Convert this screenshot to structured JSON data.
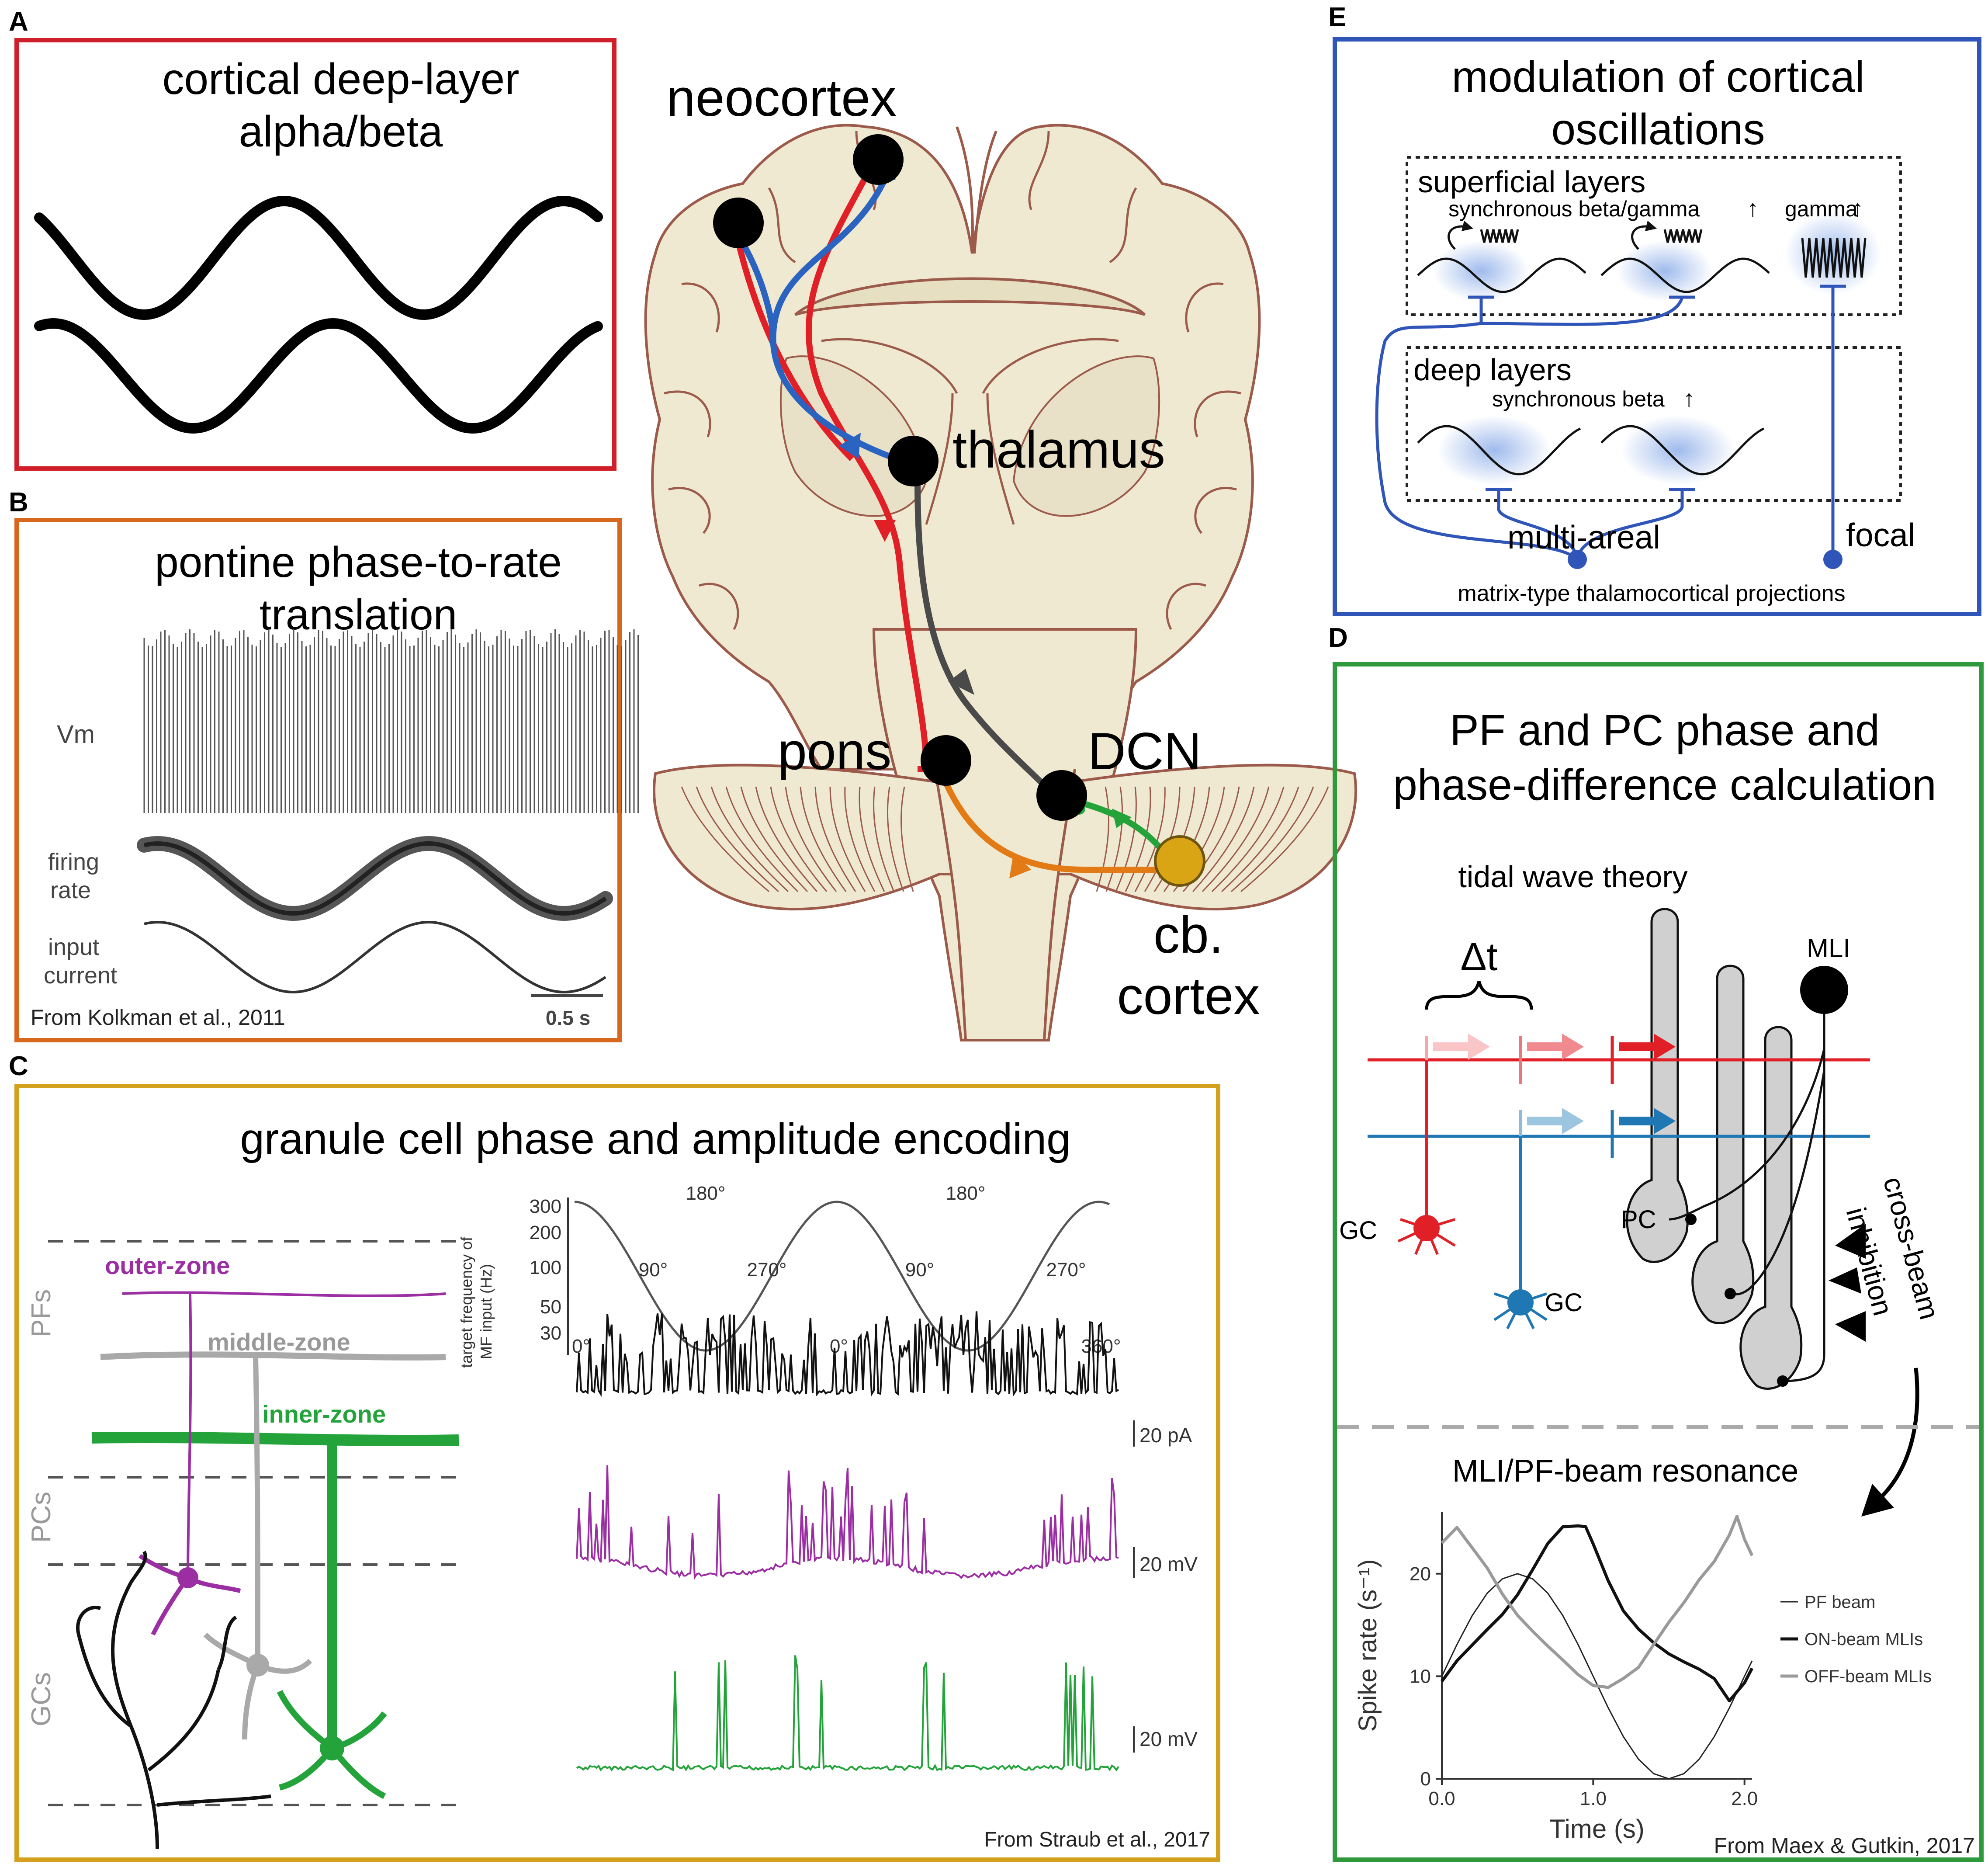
{
  "colors": {
    "panel_a": "#d01f2a",
    "panel_b": "#d7661f",
    "panel_c": "#d4a11f",
    "panel_d": "#2e9a3b",
    "panel_e": "#2f55b8",
    "red": "#e11f26",
    "blue": "#2b63c0",
    "gray": "#4a4a4a",
    "orange": "#e27a16",
    "green": "#23a33a",
    "purple": "#9b2ea3",
    "pf_blue": "#1f78b4",
    "brain_fill": "#efe9d2",
    "brain_line": "#9b5a4a",
    "cb_yellow": "#d9a514"
  },
  "panel_a": {
    "letter": "A",
    "title1": "cortical deep-layer",
    "title2": "alpha/beta"
  },
  "panel_b": {
    "letter": "B",
    "title1": "pontine phase-to-rate",
    "title2": "translation",
    "vm": "Vm",
    "firing1": "firing",
    "firing2": "rate",
    "input1": "input",
    "input2": "current",
    "scale": "0.5 s",
    "credit": "From Kolkman et al., 2011"
  },
  "center": {
    "neocortex": "neocortex",
    "thalamus": "thalamus",
    "pons": "pons",
    "dcn": "DCN",
    "cb1": "cb.",
    "cb2": "cortex"
  },
  "panel_c": {
    "letter": "C",
    "title": "granule cell phase and amplitude encoding",
    "outer": "outer-zone",
    "middle": "middle-zone",
    "inner": "inner-zone",
    "pfs": "PFs",
    "pcs": "PCs",
    "gcs": "GCs",
    "yaxis1": "target frequency of",
    "yaxis2": "MF input (Hz)",
    "yticks": [
      "300",
      "200",
      "100",
      "50",
      "30"
    ],
    "phase_labels": [
      "180°",
      "90°",
      "270°",
      "180°",
      "90°",
      "270°"
    ],
    "xticks": [
      "0°",
      "0°",
      "360°"
    ],
    "scale_pa": "20 pA",
    "scale_mv1": "20 mV",
    "scale_mv2": "20 mV",
    "credit": "From Straub et al., 2017"
  },
  "panel_e": {
    "letter": "E",
    "title1": "modulation of cortical",
    "title2": "oscillations",
    "superficial": "superficial layers",
    "sync_bg": "synchronous beta/gamma",
    "gamma": "gamma",
    "deep": "deep layers",
    "sync_beta": "synchronous beta",
    "multi": "multi-areal",
    "focal": "focal",
    "matrix": "matrix-type thalamocortical projections"
  },
  "panel_d": {
    "letter": "D",
    "title1": "PF and PC phase and",
    "title2": "phase-difference calculation",
    "tidal": "tidal wave theory",
    "dt": "Δt",
    "mli": "MLI",
    "pc": "PC",
    "gc1": "GC",
    "gc2": "GC",
    "cross1": "cross-beam",
    "cross2": "inhibition",
    "resonance": "MLI/PF-beam resonance",
    "credit": "From Maex & Gutkin, 2017"
  },
  "chart_data": {
    "type": "line",
    "title": "MLI/PF-beam resonance",
    "xlabel": "Time (s)",
    "ylabel": "Spike rate (s⁻¹)",
    "xlim": [
      0,
      2.05
    ],
    "ylim": [
      0,
      26
    ],
    "xticks": [
      "0.0",
      "1.0",
      "2.0"
    ],
    "yticks": [
      "0",
      "10",
      "20"
    ],
    "legend": "right",
    "series": [
      {
        "name": "PF beam",
        "color": "#222222",
        "width": 3,
        "x": [
          0,
          0.1,
          0.2,
          0.3,
          0.4,
          0.5,
          0.6,
          0.7,
          0.8,
          0.9,
          1.0,
          1.1,
          1.2,
          1.3,
          1.4,
          1.5,
          1.6,
          1.7,
          1.8,
          1.9,
          2.0,
          2.05
        ],
        "y": [
          10,
          13.1,
          15.9,
          18.1,
          19.5,
          20,
          19.5,
          18.1,
          15.9,
          13.1,
          10,
          6.9,
          4.1,
          1.9,
          0.5,
          0,
          0.5,
          1.9,
          4.1,
          6.9,
          10,
          11.5
        ]
      },
      {
        "name": "ON-beam MLIs",
        "color": "#111111",
        "width": 7,
        "x": [
          0,
          0.1,
          0.2,
          0.3,
          0.4,
          0.5,
          0.6,
          0.7,
          0.8,
          0.9,
          0.95,
          1.0,
          1.1,
          1.2,
          1.3,
          1.4,
          1.5,
          1.6,
          1.7,
          1.8,
          1.9,
          2.0,
          2.05
        ],
        "y": [
          9.5,
          11,
          12.5,
          14.5,
          16.5,
          18.5,
          20.5,
          22.5,
          24,
          24.5,
          25,
          23.5,
          19.5,
          16,
          14,
          13,
          12.5,
          12,
          11,
          9.5,
          7,
          9,
          11
        ]
      },
      {
        "name": "OFF-beam MLIs",
        "color": "#9a9a9a",
        "width": 7,
        "x": [
          0,
          0.1,
          0.2,
          0.3,
          0.4,
          0.5,
          0.6,
          0.7,
          0.8,
          0.9,
          1.0,
          1.1,
          1.2,
          1.3,
          1.4,
          1.5,
          1.6,
          1.7,
          1.8,
          1.9,
          1.95,
          2.0,
          2.05
        ],
        "y": [
          23,
          24,
          22,
          20.5,
          18.5,
          16.5,
          14.5,
          12.5,
          11,
          10,
          9.5,
          9.5,
          10,
          10.5,
          12.5,
          15,
          17.5,
          20,
          21.5,
          23.5,
          25,
          23,
          22
        ]
      }
    ]
  }
}
